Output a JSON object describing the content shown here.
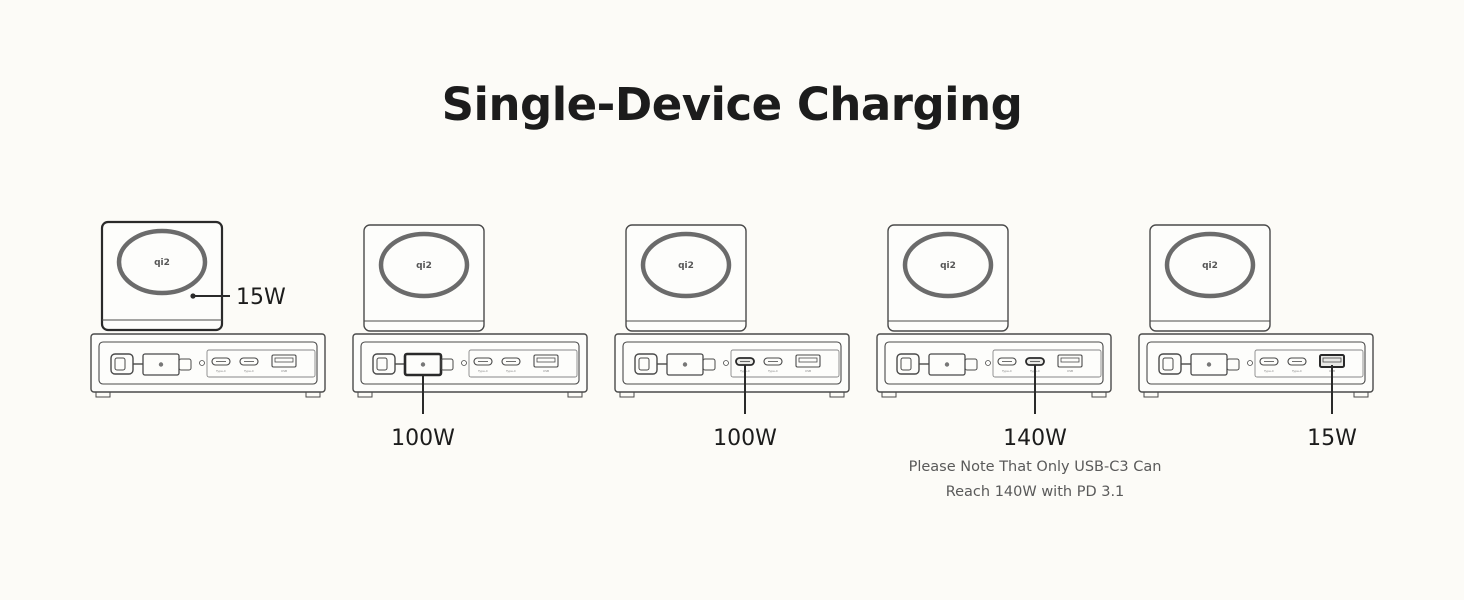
{
  "title": "Single-Device Charging",
  "qi_logo": "qi2",
  "port_labels": {
    "typec": "Type-C",
    "usb": "USB"
  },
  "devices": [
    {
      "label": "15W",
      "active_port": "wireless-pad",
      "note": []
    },
    {
      "label": "100W",
      "active_port": "retractable-cable",
      "note": []
    },
    {
      "label": "100W",
      "active_port": "usb-c1",
      "note": []
    },
    {
      "label": "140W",
      "active_port": "usb-c3",
      "note": [
        "Please Note That Only USB-C3 Can",
        "Reach 140W with PD 3.1"
      ]
    },
    {
      "label": "15W",
      "active_port": "usb-a",
      "note": []
    }
  ],
  "colors": {
    "background": "#fcfbf7",
    "outline": "#4a4a4a",
    "ring": "#6b6b6b",
    "highlight": "#2a2a2a",
    "text": "#1c1c1c",
    "note_text": "#5a5a5a"
  }
}
